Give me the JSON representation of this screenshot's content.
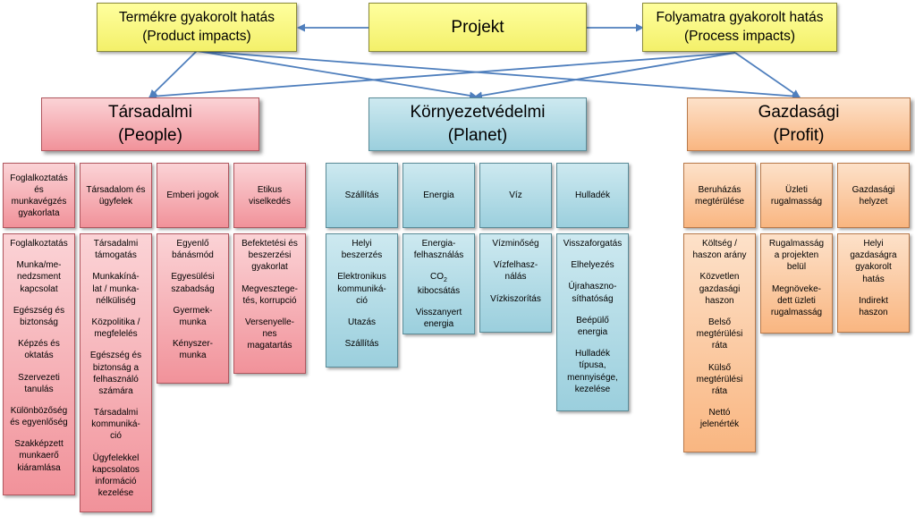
{
  "top": {
    "product": "Termékre gyakorolt hatás\n(Product impacts)",
    "project": "Projekt",
    "process": "Folyamatra gyakorolt hatás\n(Process impacts)"
  },
  "categories": {
    "people": "Társadalmi\n(People)",
    "planet": "Környezetvédelmi\n(Planet)",
    "profit": "Gazdasági\n(Profit)"
  },
  "people": {
    "headers": [
      "Foglalkoztatás\nés\nmunkavégzés\ngyakorlata",
      "Társadalom és\nügyfelek",
      "Emberi jogok",
      "Etikus\nviselkedés"
    ],
    "details": [
      [
        "Foglalkoztatás",
        "Munka/me-\nnedzsment\nkapcsolat",
        "Egészség és\nbiztonság",
        "Képzés és\noktatás",
        "Szervezeti\ntanulás",
        "Különbözőség\nés egyenlőség",
        "Szakképzett\nmunkaerő\nkiáramlása"
      ],
      [
        "Társadalmi\ntámogatás",
        "Munkakíná-\nlat / munka-\nnélküliség",
        "Közpolitika /\nmegfelelés",
        "Egészség és\nbiztonság a\nfelhasználó\nszámára",
        "Társadalmi\nkommuniká-\nció",
        "Ügyfelekkel\nkapcsolatos\ninformáció\nkezelése"
      ],
      [
        "Egyenlő\nbánásmód",
        "Egyesülési\nszabadság",
        "Gyermek-\nmunka",
        "Kényszer-\nmunka"
      ],
      [
        "Befektetési és\nbeszerzési\ngyakorlat",
        "Megvesztege-\ntés, korrupció",
        "Versenyelle-\nnes\nmagatartás"
      ]
    ]
  },
  "planet": {
    "headers": [
      "Szállítás",
      "Energia",
      "Víz",
      "Hulladék"
    ],
    "details": [
      [
        "Helyi\nbeszerzés",
        "Elektronikus\nkommuniká-\nció",
        "Utazás",
        "Szállítás"
      ],
      [
        "Energia-\nfelhasználás",
        "CO",
        "Visszanyert\nenergia"
      ],
      [
        "Vízminőség",
        "Vízfelhasz-\nnálás",
        "Vízkiszorítás"
      ],
      [
        "Visszaforgatás",
        "Elhelyezés",
        "Újrahaszno-\nsíthatóság",
        "Beépülő\nenergia",
        "Hulladék\ntípusa,\nmennyisége,\nkezelése"
      ]
    ],
    "co2_sub": "2",
    "co2_tail": "kibocsátás"
  },
  "profit": {
    "headers": [
      "Beruházás\nmegtérülése",
      "Üzleti\nrugalmasság",
      "Gazdasági\nhelyzet"
    ],
    "details": [
      [
        "Költség /\nhaszon arány",
        "Közvetlen\ngazdasági\nhaszon",
        "Belső\nmegtérülési\nráta",
        "Külső\nmegtérülési\nráta",
        "Nettó\njelenérték"
      ],
      [
        "Rugalmasság\na projekten\nbelül",
        "Megnöveke-\ndett üzleti\nrugalmasság"
      ],
      [
        "Helyi\ngazdaságra\ngyakorolt\nhatás",
        "Indirekt\nhaszon"
      ]
    ]
  },
  "colors": {
    "arrow": "#4f7fbd"
  }
}
